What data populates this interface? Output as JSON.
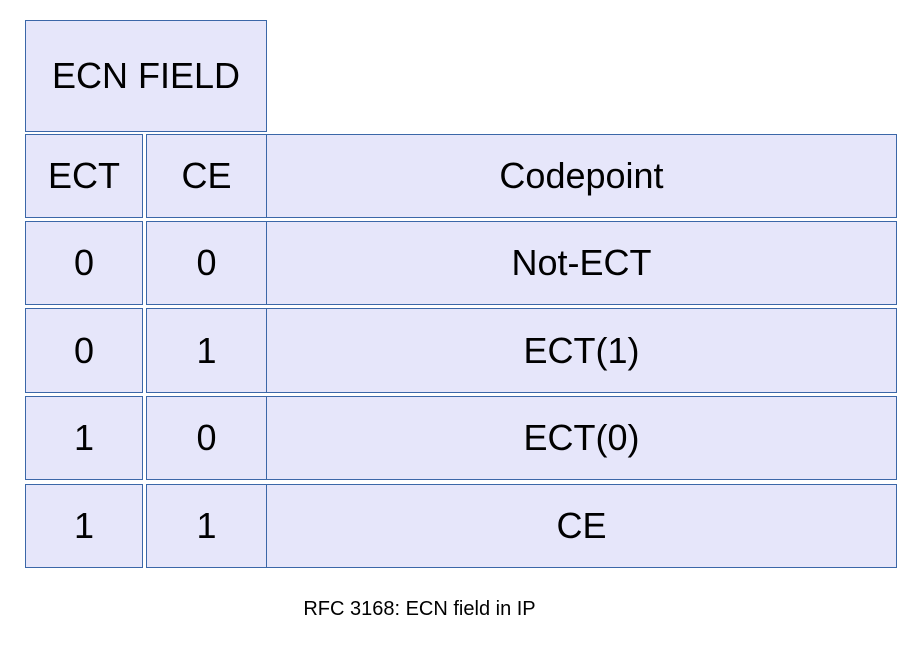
{
  "title": "ECN FIELD",
  "headers": {
    "ect": "ECT",
    "ce": "CE",
    "codepoint": "Codepoint"
  },
  "rows": [
    {
      "ect": "0",
      "ce": "0",
      "codepoint": "Not-ECT"
    },
    {
      "ect": "0",
      "ce": "1",
      "codepoint": "ECT(1)"
    },
    {
      "ect": "1",
      "ce": "0",
      "codepoint": "ECT(0)"
    },
    {
      "ect": "1",
      "ce": "1",
      "codepoint": "CE"
    }
  ],
  "caption": "RFC 3168: ECN field in IP",
  "colors": {
    "cell_fill": "#e6e6fa",
    "border": "#3b67a8"
  }
}
